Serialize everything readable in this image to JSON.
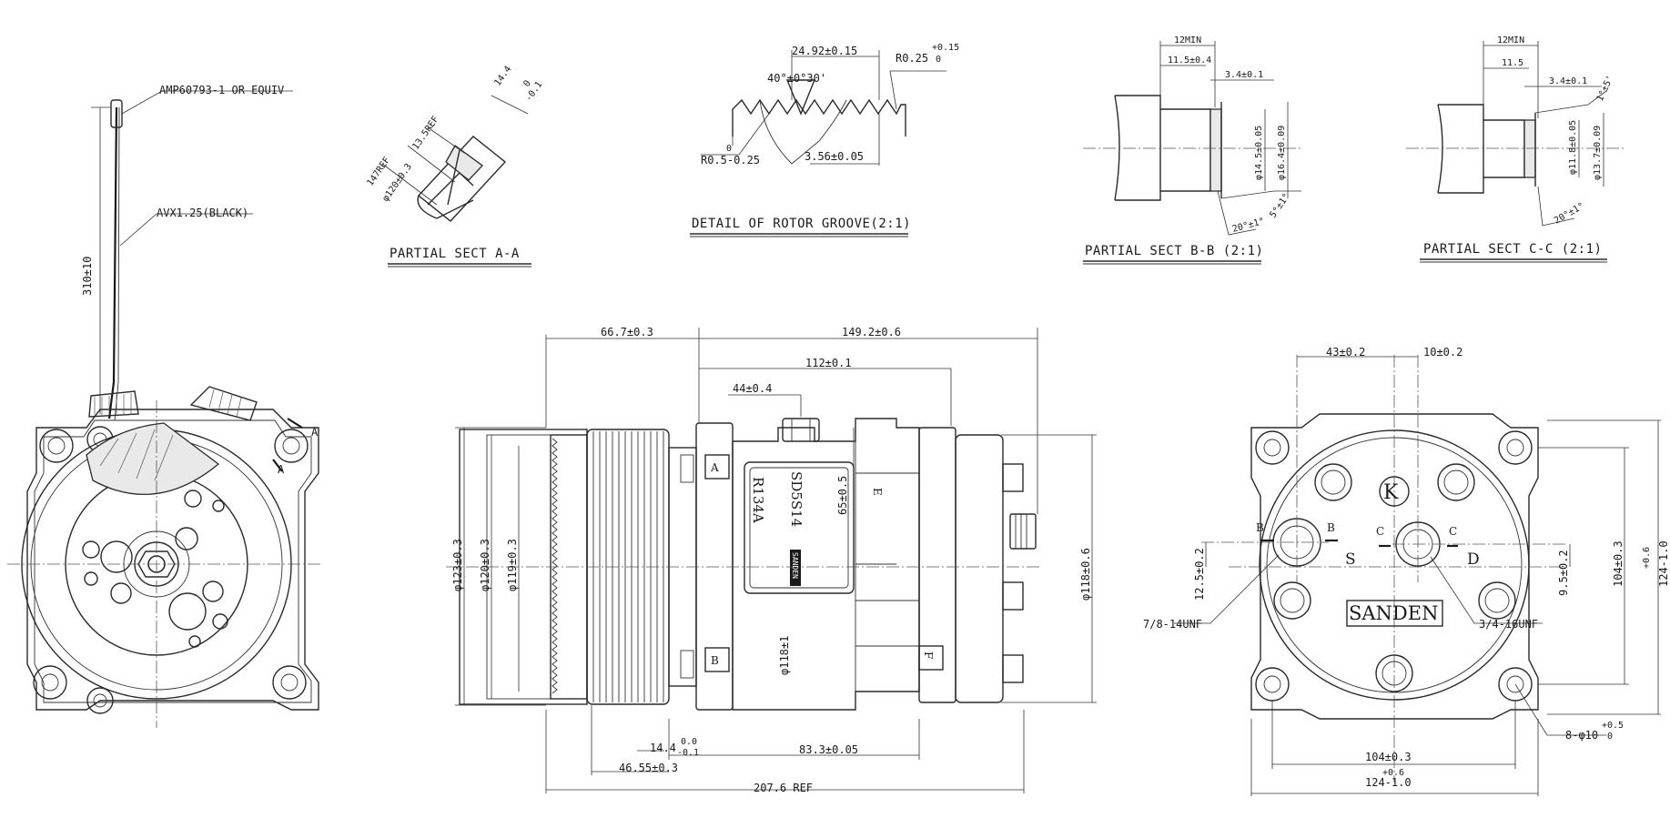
{
  "left_view": {
    "connector": "AMP60793-1 OR EQUIV",
    "wire": "AVX1.25(BLACK)",
    "wire_length": "310±10",
    "section_mark_a1": "A",
    "section_mark_a2": "A"
  },
  "sect_a": {
    "title": "PARTIAL SECT A-A",
    "dims": [
      "147REF",
      "13.5REF",
      "14.4",
      "-0.1",
      "0",
      "φ120±0.3"
    ]
  },
  "rotor_groove": {
    "title": "DETAIL OF ROTOR GROOVE(2:1)",
    "pitch": "24.92±0.15",
    "angle": "40°±0°30'",
    "top_radius": "R0.25",
    "top_radius_tol_upper": "+0.15",
    "top_radius_tol_lower": "0",
    "bottom_radius": "R0.5-0.25",
    "bottom_radius_tol": "0",
    "groove_pitch": "3.56±0.05"
  },
  "sect_b": {
    "title": "PARTIAL SECT B-B (2:1)",
    "dims": [
      "12MIN",
      "11.5±0.4",
      "3.4±0.1",
      "φ14.5±0.05",
      "φ16.4±0.09",
      "20°±1°",
      "5°±1°"
    ]
  },
  "sect_c": {
    "title": "PARTIAL SECT C-C  (2:1)",
    "dims": [
      "12MIN",
      "11.5",
      "3.4±0.1",
      "1°±5'",
      "φ11.8±0.05",
      "φ13.7±0.09",
      "20°±1°"
    ]
  },
  "side_view": {
    "model": "SD5S14",
    "refrigerant": "R134A",
    "brand_badge": "SANDEN",
    "ports": [
      "A",
      "B",
      "E",
      "F"
    ],
    "dims": {
      "overall_left": "66.7±0.3",
      "overall_right": "149.2±0.6",
      "body": "112±0.1",
      "boss": "44±0.4",
      "height_fitting": "65±0.5",
      "d123": "φ123±0.3",
      "d120": "φ120±0.3",
      "d119": "φ119±0.3",
      "d118_right": "φ118±0.6",
      "d118_body": "φ118±1",
      "hub_a": "14.4",
      "hub_a_tol_upper": "0.0",
      "hub_a_tol_lower": "-0.1",
      "pulley_width": "46.55±0.3",
      "body_span": "83.3±0.05",
      "overall": "207.6 REF"
    }
  },
  "rear_view": {
    "letters": [
      "K",
      "S",
      "D",
      "B",
      "B",
      "C",
      "C"
    ],
    "logo": "SANDEN",
    "thread_suction": "7/8-14UNF",
    "thread_discharge": "3/4-16UNF",
    "holes": "8-φ10",
    "holes_tol_upper": "+0.5",
    "holes_tol_lower": "0",
    "dims": {
      "h43": "43±0.2",
      "h10": "10±0.2",
      "v125": "12.5±0.2",
      "v95": "9.5±0.2",
      "v104": "104±0.3",
      "v124": "124-1.0",
      "v124_tol": "+0.6",
      "b104": "104±0.3",
      "b124": "124-1.0",
      "b124_tol": "+0.6"
    }
  }
}
